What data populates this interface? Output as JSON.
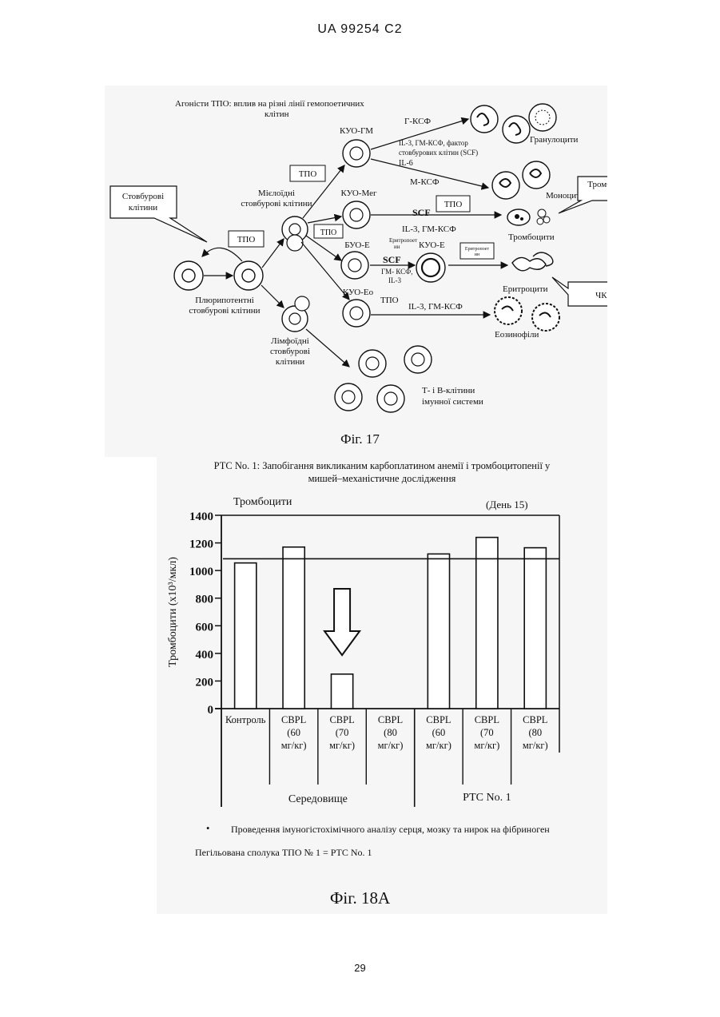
{
  "header": "UA   99254   C2",
  "page_number": "29",
  "figure17": {
    "title_line1": "Агоністи ТПО: вплив на різні лінії гемопоетичних",
    "title_line2": "клітин",
    "callout_stem": "Стовбурові клітини",
    "callout_stem_l1": "Стовбурові",
    "callout_stem_l2": "клітини",
    "callout_platelets": "Тромбоцити",
    "callout_rbc": "ЧКК",
    "pluripotent_l1": "Плюрипотентні",
    "pluripotent_l2": "стовбурові клітини",
    "myeloid_l1": "Мієлоїдні",
    "myeloid_l2": "стовбурові клітини",
    "lymphoid_l1": "Лімфоїдні",
    "lymphoid_l2": "стовбурові",
    "lymphoid_l3": "клітини",
    "tpo": "ТПО",
    "kuo_gm": "КУО-ГМ",
    "kuo_meg": "КУО-Мег",
    "buo_e": "БУО-Е",
    "kuo_e": "КУО-Е",
    "kuo_eo": "КУО-Ео",
    "g_ksf": "Г-КСФ",
    "il3_l1": "IL-3, ГМ-КСФ, фактор",
    "il3_l2": "стовбурових клітин (SCF)",
    "il6": "IL-6",
    "m_ksf": "М-КСФ",
    "scf": "SCF",
    "il3_gm": "IL-3, ГМ-КСФ",
    "erythro_l1": "Еритропоет",
    "erythro_l2": "ин",
    "gm_ksf": "ГМ- КСФ,",
    "il3": "IL-3",
    "granulocytes": "Гранулоцити",
    "monocytes": "Моноцити",
    "platelets": "Тромбоцити",
    "erythrocytes": "Еритроцити",
    "eosinophils": "Еозинофіли",
    "tb_l1": "Т- і В-клітини",
    "tb_l2": "імунної системи",
    "caption": "Фіг. 17"
  },
  "figure18": {
    "title_line1": "РТС No. 1: Запобігання викликаним карбоплатином анемії і тромбоцитопенії у",
    "title_line2": "мишей–механістичне дослідження",
    "panel_label": "Тромбоцити",
    "day_label": "(День 15)",
    "note_bullet": "•",
    "note": "Проведення імуногістохімічного аналізу серця, мозку та нирок на фібриноген",
    "footnote": "Пегільована сполука ТПО № 1 = РТС No. 1",
    "caption": "Фіг. 18А"
  },
  "chart_data": {
    "type": "bar",
    "ylabel": "Тромбоцити (x10³/мкл)",
    "ylim": [
      0,
      1400
    ],
    "yticks": [
      0,
      200,
      400,
      600,
      800,
      1000,
      1200,
      1400
    ],
    "ytick_labels": [
      "0",
      "200",
      "400",
      "600",
      "800",
      "1000",
      "1200",
      "1400"
    ],
    "categories": [
      [
        "Контроль"
      ],
      [
        "CBPL",
        "(60",
        "мг/кг)"
      ],
      [
        "CBPL",
        "(70",
        "мг/кг)"
      ],
      [
        "CBPL",
        "(80",
        "мг/кг)"
      ],
      [
        "CBPL",
        "(60",
        "мг/кг)"
      ],
      [
        "CBPL",
        "(70",
        "мг/кг)"
      ],
      [
        "CBPL",
        "(80",
        "мг/кг)"
      ]
    ],
    "values": [
      1055,
      1170,
      250,
      0,
      1120,
      1240,
      1165
    ],
    "reference_line": 1085,
    "groups": [
      "Середовище",
      "РТС No. 1"
    ]
  }
}
